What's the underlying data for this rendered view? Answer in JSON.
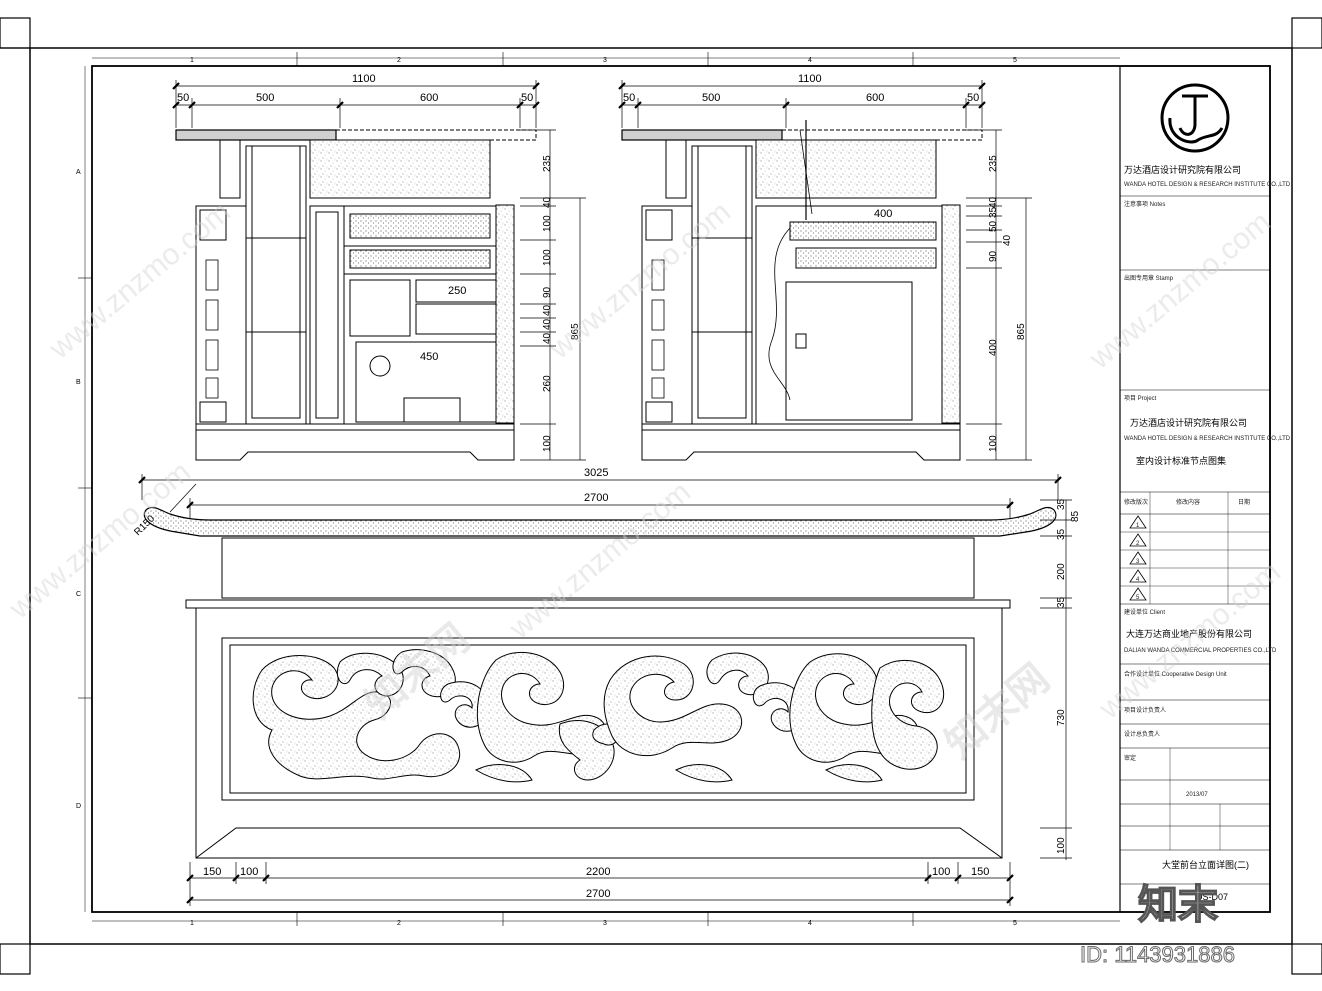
{
  "grid": {
    "columns": [
      "1",
      "2",
      "3",
      "4",
      "5"
    ],
    "rows": [
      "A",
      "B",
      "C",
      "D"
    ]
  },
  "left_section": {
    "top_dims": [
      "50",
      "500",
      "600",
      "50"
    ],
    "overall_width": "1100",
    "right_dims": [
      "235",
      "40",
      "100",
      "100",
      "90",
      "40",
      "40",
      "40",
      "260",
      "100"
    ],
    "total_height": "865",
    "inner_labels": [
      "250",
      "450"
    ]
  },
  "right_section": {
    "top_dims": [
      "50",
      "500",
      "600",
      "50"
    ],
    "overall_width": "1100",
    "right_dims": [
      "235",
      "40",
      "35",
      "50",
      "40",
      "90",
      "400",
      "100"
    ],
    "total_height": "865",
    "inner_labels": [
      "400"
    ]
  },
  "elevation": {
    "overall_top": "3025",
    "top_width": "2700",
    "radius_label": "R150",
    "right_dims": [
      "35",
      "85",
      "35",
      "200",
      "35",
      "730",
      "100"
    ],
    "bottom_dims": [
      "150",
      "100",
      "2200",
      "100",
      "150"
    ],
    "bottom_total": "2700"
  },
  "title_block": {
    "company": "万达酒店设计研究院有限公司",
    "company_en": "WANDA HOTEL DESIGN & RESEARCH INSTITUTE CO.,LTD",
    "section_notes": "注意事项 Notes",
    "section_stamp": "出图专用章 Stamp",
    "section_project": "项目 Project",
    "project_company": "万达酒店设计研究院有限公司",
    "project_en": "WANDA HOTEL DESIGN & RESEARCH INSTITUTE CO.,LTD",
    "project_title": "室内设计标准节点图集",
    "revision_headers": [
      "修改版次",
      "修改内容",
      "日期"
    ],
    "revision_marks": [
      "1",
      "2",
      "3",
      "4",
      "5"
    ],
    "client_label": "建设单位 Client",
    "client": "大连万达商业地产股份有限公司",
    "client_en": "DALIAN WANDA COMMERCIAL PROPERTIES CO.,LTD",
    "consultant_label": "合作设计单位 Cooperative Design Unit",
    "owner_label": "项目设计负责人",
    "design_label": "设计总负责人",
    "approved_label": "审定",
    "approved": "2013/07",
    "code": "DS-D07",
    "drawing_title": "大堂前台立面详图(二)"
  },
  "watermarks": {
    "site": "www.znzmo.com",
    "brand_cn": "知末网",
    "logo": "知末",
    "id": "ID: 1143931886"
  }
}
